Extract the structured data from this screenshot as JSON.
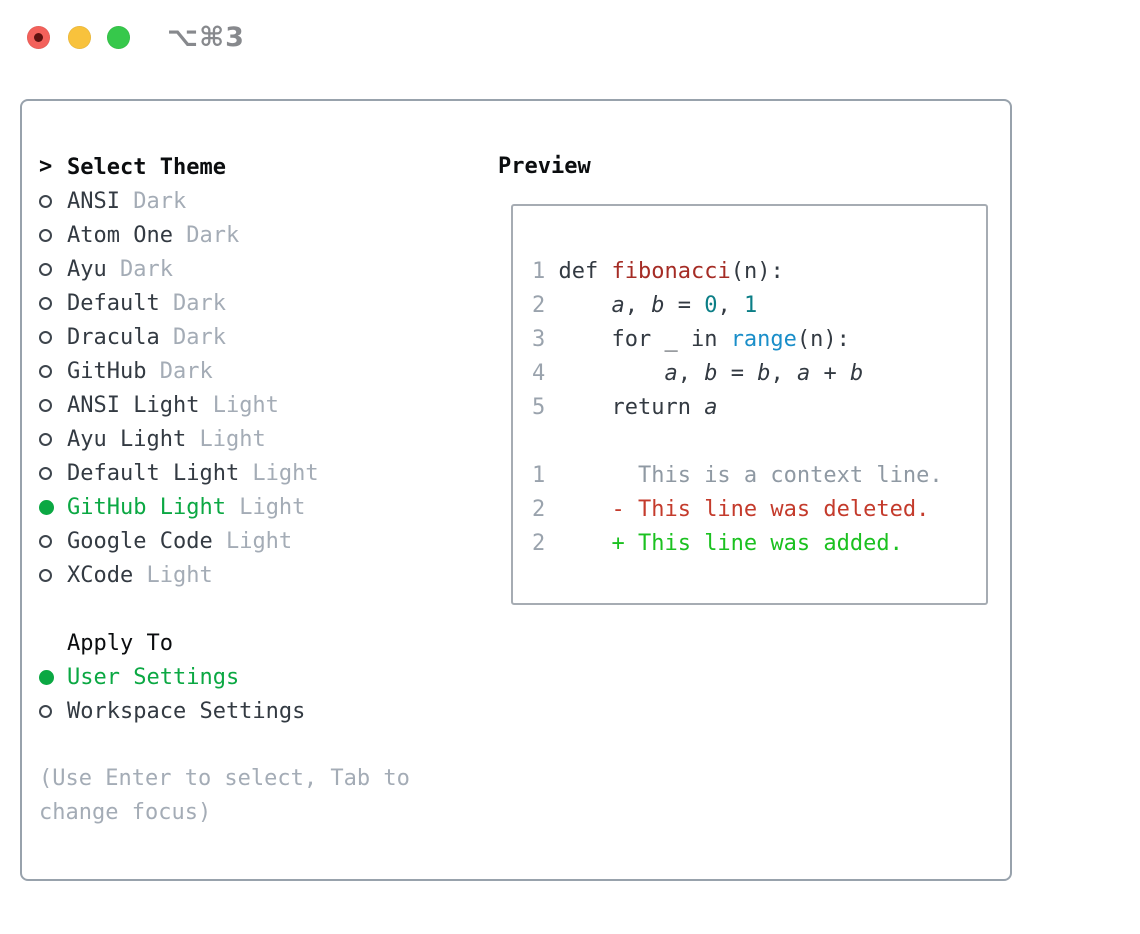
{
  "titlebar": {
    "title": "⌥⌘3"
  },
  "theme_picker": {
    "cursor": ">",
    "title": "Select Theme",
    "themes": [
      {
        "name": "ANSI",
        "variant": "Dark",
        "selected": false
      },
      {
        "name": "Atom One",
        "variant": "Dark",
        "selected": false
      },
      {
        "name": "Ayu",
        "variant": "Dark",
        "selected": false
      },
      {
        "name": "Default",
        "variant": "Dark",
        "selected": false
      },
      {
        "name": "Dracula",
        "variant": "Dark",
        "selected": false
      },
      {
        "name": "GitHub",
        "variant": "Dark",
        "selected": false
      },
      {
        "name": "ANSI Light",
        "variant": "Light",
        "selected": false
      },
      {
        "name": "Ayu Light",
        "variant": "Light",
        "selected": false
      },
      {
        "name": "Default Light",
        "variant": "Light",
        "selected": false
      },
      {
        "name": "GitHub Light",
        "variant": "Light",
        "selected": true
      },
      {
        "name": "Google Code",
        "variant": "Light",
        "selected": false
      },
      {
        "name": "XCode",
        "variant": "Light",
        "selected": false
      }
    ],
    "apply_to": {
      "title": "Apply To",
      "options": [
        {
          "label": "User Settings",
          "selected": true
        },
        {
          "label": "Workspace Settings",
          "selected": false
        }
      ]
    },
    "help_lines": [
      "(Use Enter to select, Tab to",
      "change focus)"
    ]
  },
  "preview": {
    "title": "Preview",
    "lines": [
      {
        "segments": [
          {
            "s": "ln",
            "t": "1"
          },
          {
            "s": "pl",
            "t": " def "
          },
          {
            "s": "fn",
            "t": "fibonacci"
          },
          {
            "s": "pl",
            "t": "(n):"
          }
        ]
      },
      {
        "segments": [
          {
            "s": "ln",
            "t": "2"
          },
          {
            "s": "pl",
            "t": "     "
          },
          {
            "s": "va",
            "t": "a"
          },
          {
            "s": "pl",
            "t": ", "
          },
          {
            "s": "va",
            "t": "b"
          },
          {
            "s": "pl",
            "t": " = "
          },
          {
            "s": "nu",
            "t": "0"
          },
          {
            "s": "pl",
            "t": ", "
          },
          {
            "s": "nu",
            "t": "1"
          }
        ]
      },
      {
        "segments": [
          {
            "s": "ln",
            "t": "3"
          },
          {
            "s": "pl",
            "t": "     for _ in "
          },
          {
            "s": "bi",
            "t": "range"
          },
          {
            "s": "pl",
            "t": "(n):"
          }
        ]
      },
      {
        "segments": [
          {
            "s": "ln",
            "t": "4"
          },
          {
            "s": "pl",
            "t": "         "
          },
          {
            "s": "va",
            "t": "a"
          },
          {
            "s": "pl",
            "t": ", "
          },
          {
            "s": "va",
            "t": "b"
          },
          {
            "s": "pl",
            "t": " = "
          },
          {
            "s": "va",
            "t": "b"
          },
          {
            "s": "pl",
            "t": ", "
          },
          {
            "s": "va",
            "t": "a"
          },
          {
            "s": "pl",
            "t": " + "
          },
          {
            "s": "va",
            "t": "b"
          }
        ]
      },
      {
        "segments": [
          {
            "s": "ln",
            "t": "5"
          },
          {
            "s": "pl",
            "t": "     return "
          },
          {
            "s": "va",
            "t": "a"
          }
        ]
      },
      {
        "segments": []
      },
      {
        "segments": [
          {
            "s": "ln",
            "t": "1"
          },
          {
            "s": "ctx",
            "t": "       This is a context line."
          }
        ]
      },
      {
        "segments": [
          {
            "s": "ln",
            "t": "2"
          },
          {
            "s": "del",
            "t": "     - This line was deleted."
          }
        ]
      },
      {
        "segments": [
          {
            "s": "ln",
            "t": "2"
          },
          {
            "s": "add",
            "t": "     + This line was added."
          }
        ]
      }
    ]
  },
  "colors": {
    "selection_green": "#0ba843",
    "added_green": "#1bc120",
    "deleted_red": "#c43b2c",
    "function_red": "#a52c25",
    "number_teal": "#0b7e86",
    "builtin_blue": "#1a8ec9",
    "text_dark": "#333a42",
    "header_black": "#0b0d0f",
    "muted_gray": "#a4acb6",
    "lineno_gray": "#9aa3ad",
    "context_gray": "#8f99a3",
    "panel_border": "#98a2ac",
    "box_border": "#a6acb3",
    "radio_ring": "#3e454d",
    "titlebar_gray": "#87898d",
    "light_red": "#f3615b",
    "light_yellow": "#f8c23c",
    "light_green": "#36c84b",
    "close_dot": "#5e1210"
  }
}
